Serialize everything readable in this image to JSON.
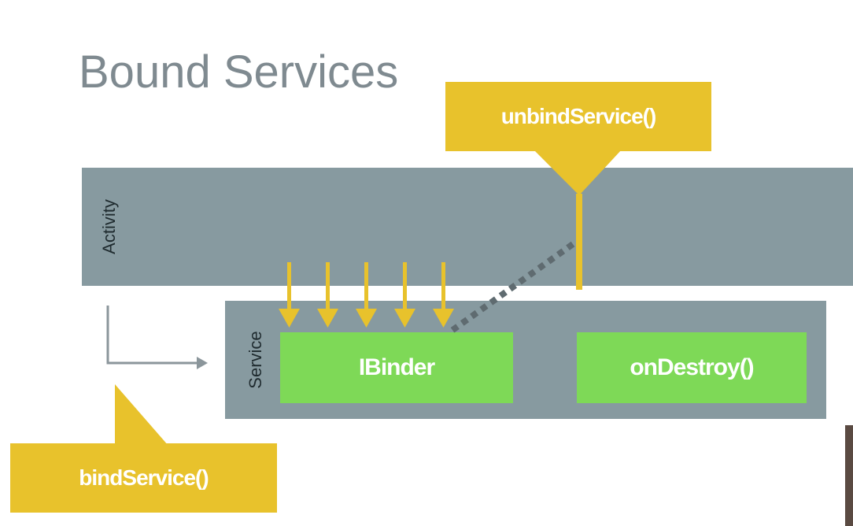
{
  "slide": {
    "title": "Bound Services"
  },
  "activity": {
    "label": "Activity"
  },
  "service": {
    "label": "Service"
  },
  "components": {
    "ibinder": "IBinder",
    "on_destroy": "onDestroy()"
  },
  "callouts": {
    "unbind": "unbindService()",
    "bind": "bindService()"
  },
  "colors": {
    "band": "#879aa0",
    "green": "#7ed957",
    "callout": "#e8c22c",
    "arrow": "#e8c22c",
    "dotted_line": "#5f6b70",
    "title": "#7f8a90"
  }
}
